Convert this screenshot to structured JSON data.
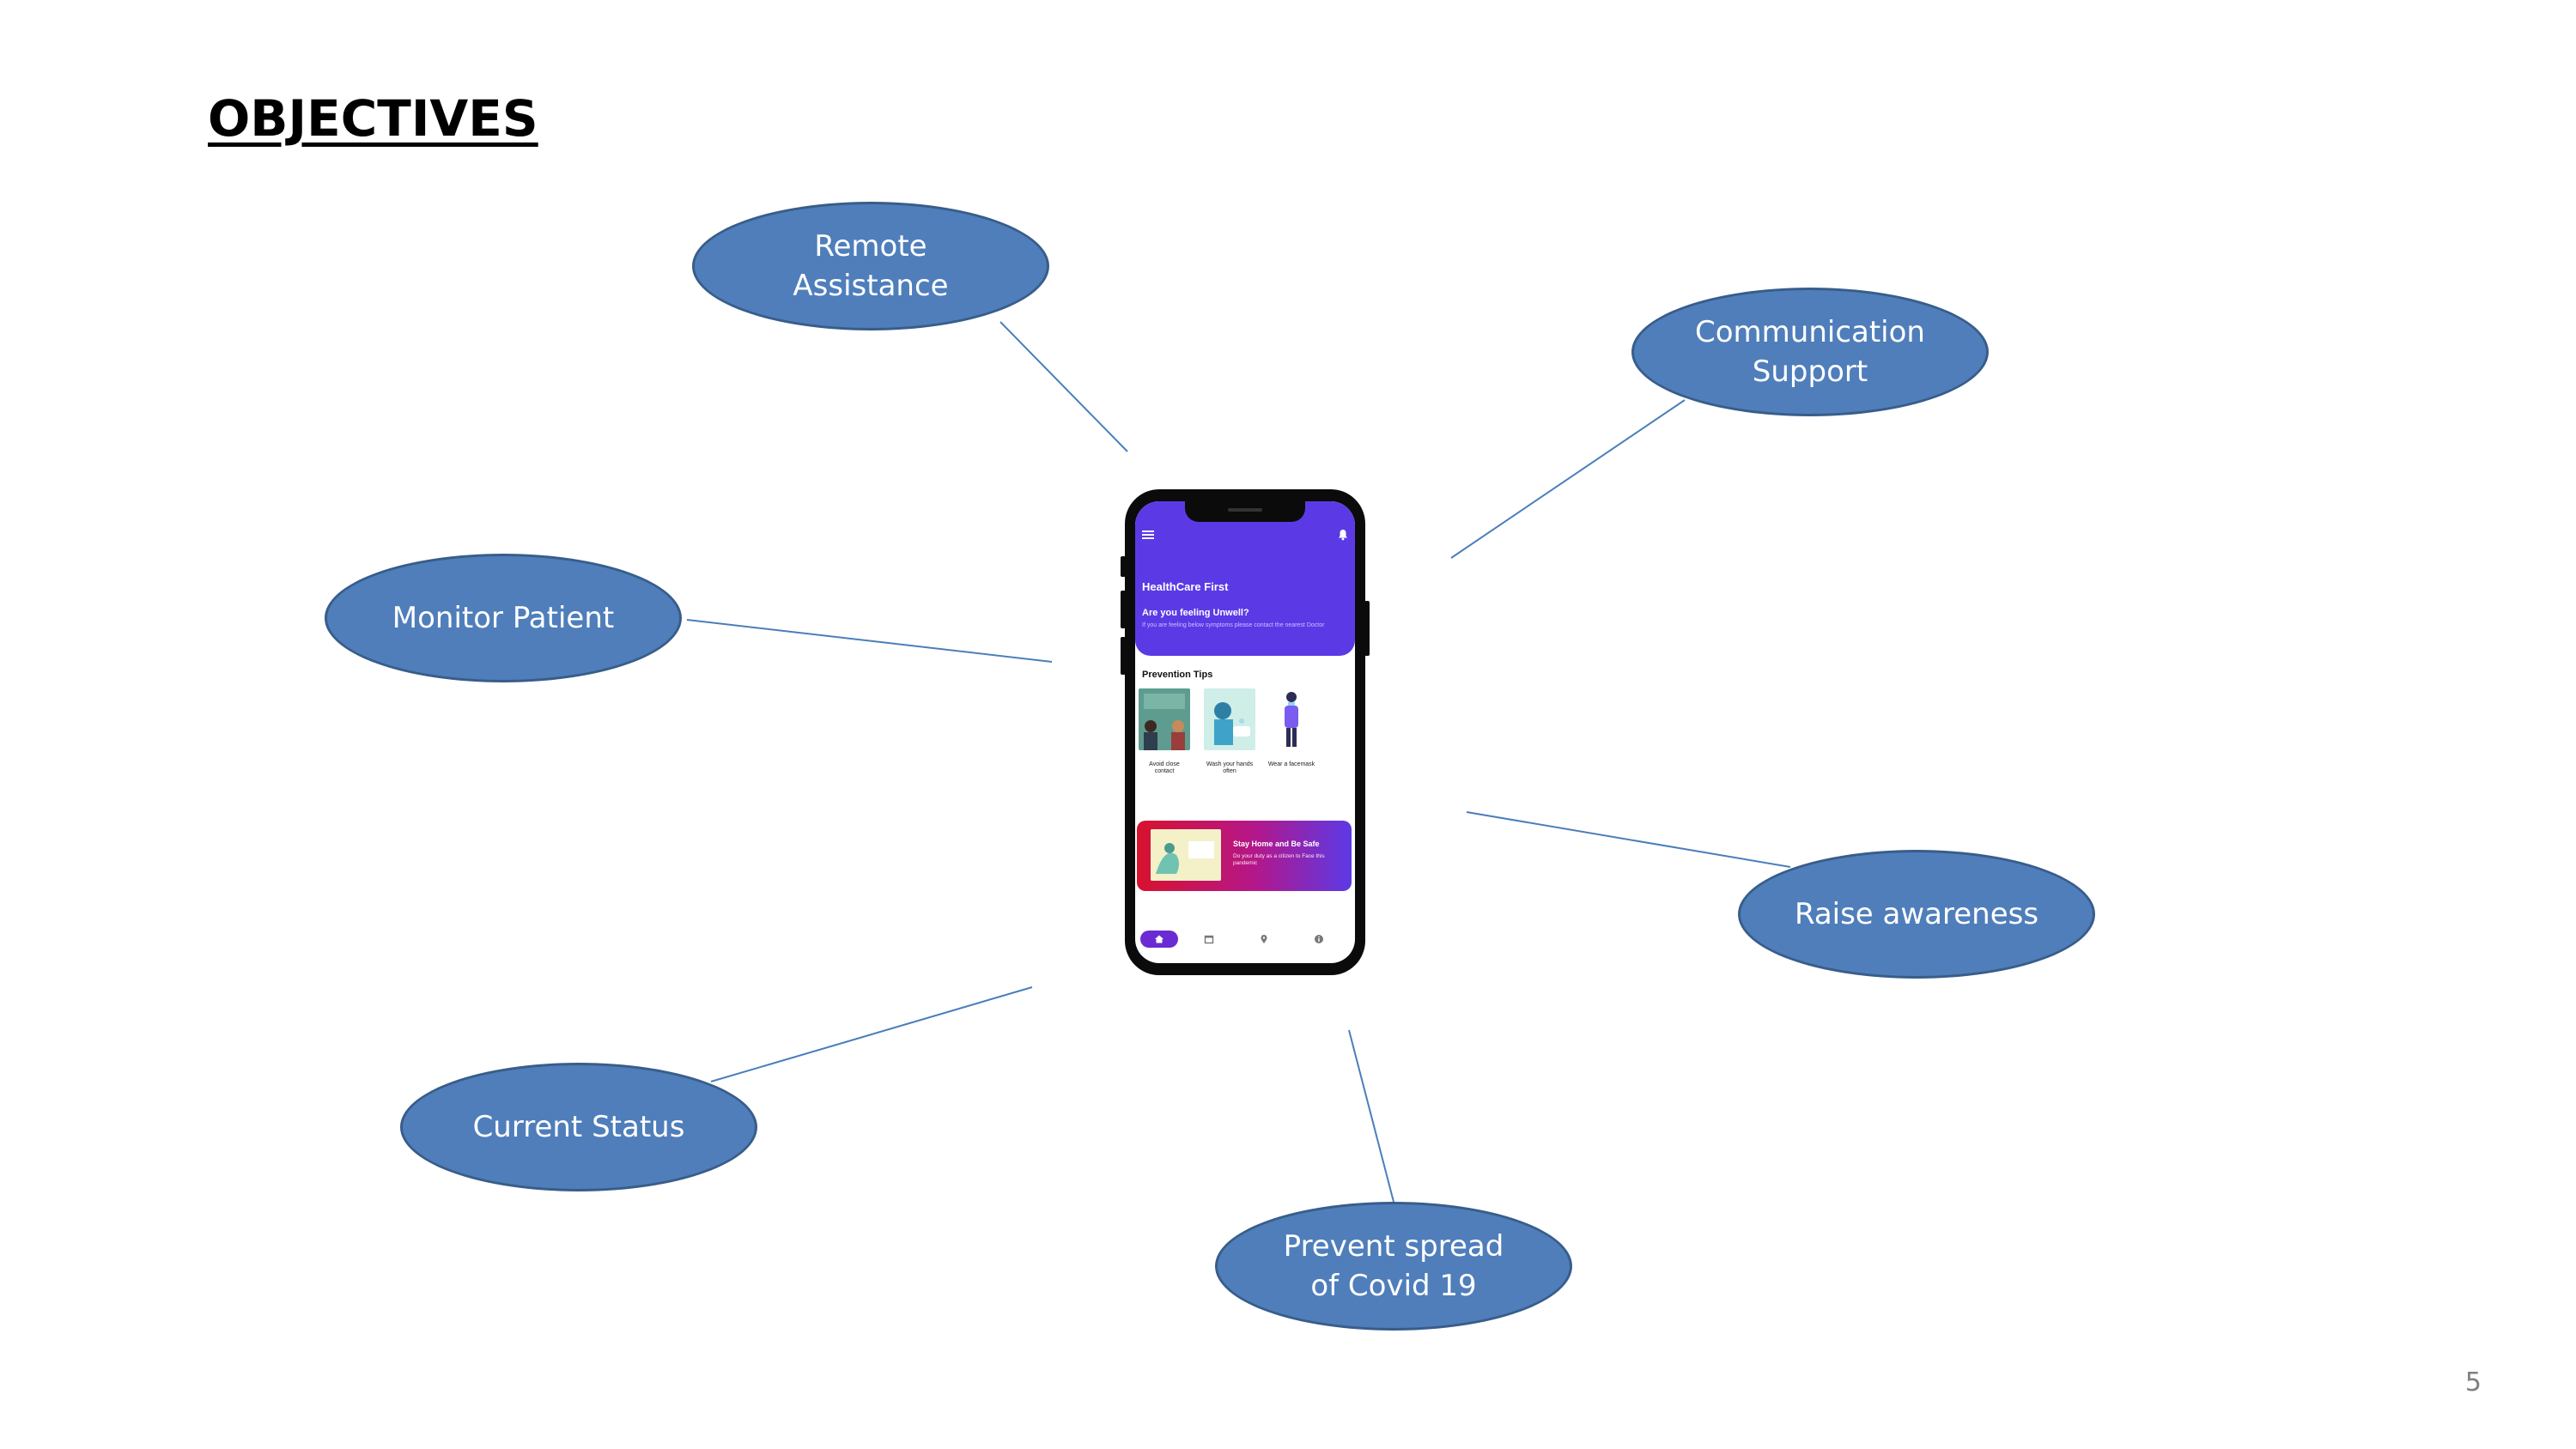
{
  "slide": {
    "title": "OBJECTIVES",
    "page_number": "5"
  },
  "objectives": [
    {
      "line1": "Remote",
      "line2": "Assistance"
    },
    {
      "line1": "Communication",
      "line2": "Support"
    },
    {
      "line1": "Monitor Patient",
      "line2": ""
    },
    {
      "line1": "Raise awareness",
      "line2": ""
    },
    {
      "line1": "Current Status",
      "line2": ""
    },
    {
      "line1": "Prevent spread",
      "line2": "of Covid 19"
    }
  ],
  "app": {
    "title": "HealthCare First",
    "unwell_heading": "Are you feeling Unwell?",
    "unwell_text": "If you are feeling below symptoms please contact the nearest Doctor",
    "tips_heading": "Prevention Tips",
    "tips": [
      {
        "caption": "Avoid close contact"
      },
      {
        "caption": "Wash your hands often"
      },
      {
        "caption": "Wear a facemask"
      }
    ],
    "banner_title": "Stay Home and Be Safe",
    "banner_text": "Do your duty as a citizen to Face this pandemic"
  },
  "colors": {
    "ellipse_fill": "#4f7ebb",
    "ellipse_border": "#385d8a",
    "app_primary": "#5b3ae6",
    "connector": "#4a7ebb"
  },
  "icons": [
    "menu-icon",
    "bell-icon",
    "home-icon",
    "calendar-icon",
    "location-pin-icon",
    "info-icon"
  ]
}
